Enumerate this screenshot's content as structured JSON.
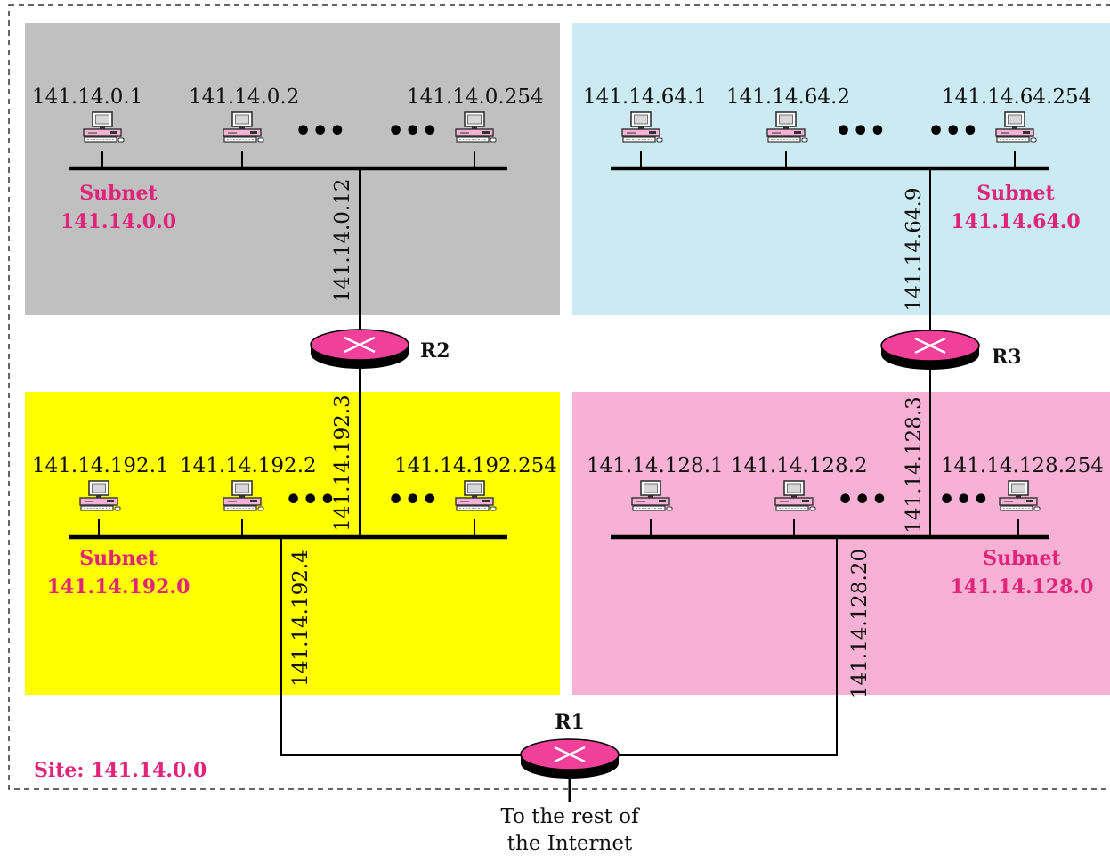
{
  "colors": {
    "subnet_a_bg": "#c0c0c0",
    "subnet_b_bg": "#cbeaf1",
    "subnet_c_bg": "#ffff00",
    "subnet_d_bg": "#f7b1d4",
    "accent": "#e0247a",
    "router": "#f0409a"
  },
  "site_label": "Site: 141.14.0.0",
  "subnets": [
    {
      "label": "Subnet",
      "address": "141.14.0.0",
      "hosts": [
        "141.14.0.1",
        "141.14.0.2",
        "141.14.0.254"
      ]
    },
    {
      "label": "Subnet",
      "address": "141.14.64.0",
      "hosts": [
        "141.14.64.1",
        "141.14.64.2",
        "141.14.64.254"
      ]
    },
    {
      "label": "Subnet",
      "address": "141.14.192.0",
      "hosts": [
        "141.14.192.1",
        "141.14.192.2",
        "141.14.192.254"
      ]
    },
    {
      "label": "Subnet",
      "address": "141.14.128.0",
      "hosts": [
        "141.14.128.1",
        "141.14.128.2",
        "141.14.128.254"
      ]
    }
  ],
  "ellipsis": "•••",
  "routers": {
    "r1": "R1",
    "r2": "R2",
    "r3": "R3"
  },
  "interfaces": {
    "r2_top": "141.14.0.12",
    "r2_bottom": "141.14.192.3",
    "r3_top": "141.14.64.9",
    "r3_bottom": "141.14.128.3",
    "r1_left": "141.14.192.4",
    "r1_right": "141.14.128.20"
  },
  "internet_label": [
    "To the rest of",
    "the Internet"
  ],
  "icons": {
    "host": "desktop-computer-icon",
    "router": "router-icon"
  }
}
